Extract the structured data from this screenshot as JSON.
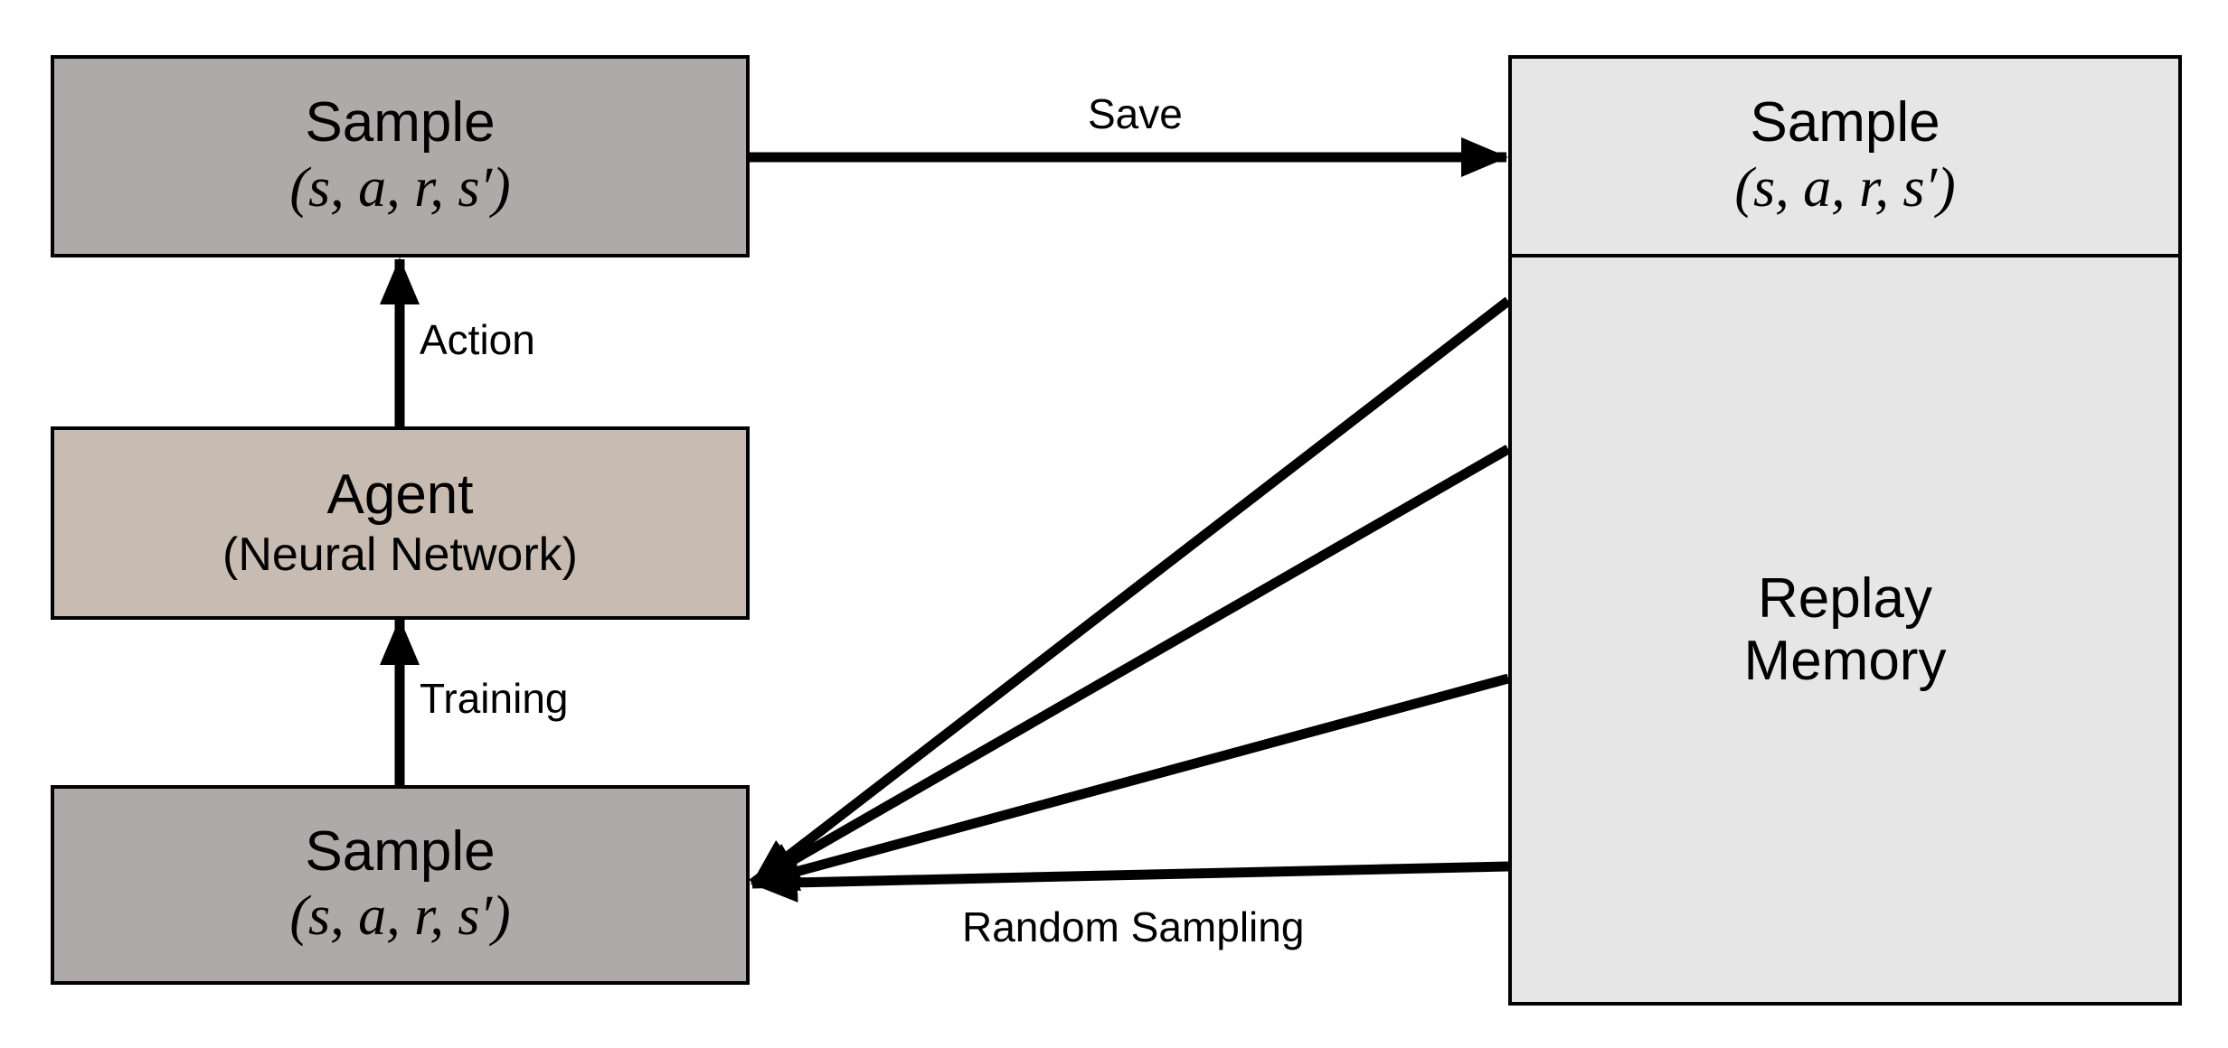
{
  "colors": {
    "sample_fill": "#aeaaa9",
    "agent_fill": "#c8bcb2",
    "memory_fill": "#e6e6e6",
    "stroke": "#000000"
  },
  "nodes": {
    "sample_top": {
      "title": "Sample",
      "tuple": "(s, a, r, s′)"
    },
    "agent": {
      "title": "Agent",
      "subtitle": "(Neural Network)"
    },
    "sample_bottom": {
      "title": "Sample",
      "tuple": "(s, a, r, s′)"
    },
    "memory_sample": {
      "title": "Sample",
      "tuple": "(s, a, r, s′)"
    },
    "replay_memory": {
      "line1": "Replay",
      "line2": "Memory"
    }
  },
  "edges": {
    "save": "Save",
    "action": "Action",
    "training": "Training",
    "random_sampling": "Random Sampling"
  }
}
